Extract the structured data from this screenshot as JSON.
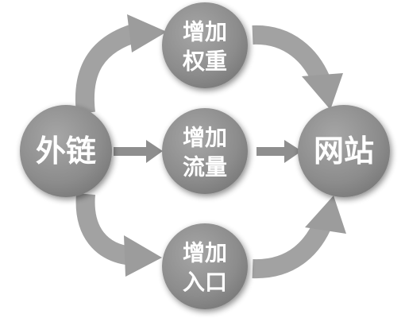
{
  "nodes": {
    "source": {
      "label": "外链"
    },
    "target": {
      "label": "网站"
    },
    "top": {
      "line1": "增加",
      "line2": "权重"
    },
    "middle": {
      "line1": "增加",
      "line2": "流量"
    },
    "bottom": {
      "line1": "增加",
      "line2": "入口"
    }
  },
  "colors": {
    "node_fill": "#8a8a8a",
    "node_light": "#c2c2c2",
    "arrow": "#9a9a9a",
    "text": "#ffffff"
  }
}
